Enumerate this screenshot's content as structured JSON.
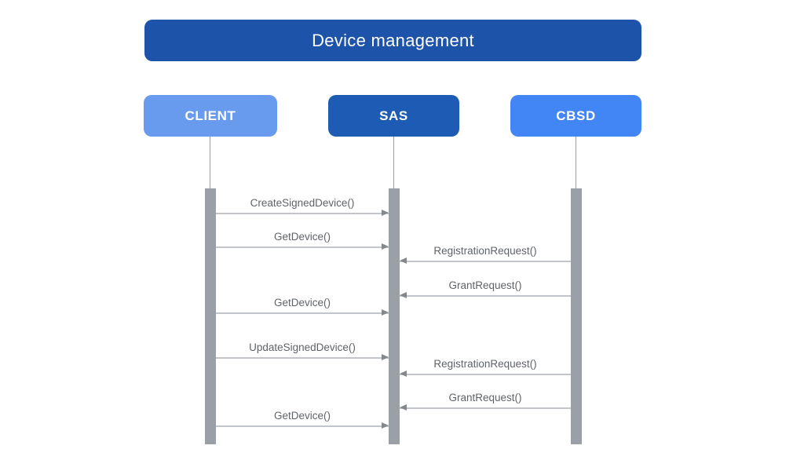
{
  "title": "Device management",
  "colors": {
    "title_bg": "#1d53a9",
    "client_bg": "#689bee",
    "sas_bg": "#1d5bb4",
    "cbsd_bg": "#4285f4",
    "lifeline": "#9aa0a6",
    "activation_bar": "#9aa0a6",
    "arrow_line": "#c2c6ca",
    "arrow_head": "#84888c",
    "label_text": "#5f6368",
    "actor_text": "#ffffff"
  },
  "actors": [
    {
      "id": "client",
      "label": "CLIENT"
    },
    {
      "id": "sas",
      "label": "SAS"
    },
    {
      "id": "cbsd",
      "label": "CBSD"
    }
  ],
  "messages": [
    {
      "label": "CreateSignedDevice()",
      "from": "CLIENT",
      "to": "SAS",
      "direction": "right"
    },
    {
      "label": "GetDevice()",
      "from": "CLIENT",
      "to": "SAS",
      "direction": "right"
    },
    {
      "label": "RegistrationRequest()",
      "from": "CBSD",
      "to": "SAS",
      "direction": "left"
    },
    {
      "label": "GrantRequest()",
      "from": "CBSD",
      "to": "SAS",
      "direction": "left"
    },
    {
      "label": "GetDevice()",
      "from": "CLIENT",
      "to": "SAS",
      "direction": "right"
    },
    {
      "label": "UpdateSignedDevice()",
      "from": "CLIENT",
      "to": "SAS",
      "direction": "right"
    },
    {
      "label": "RegistrationRequest()",
      "from": "CBSD",
      "to": "SAS",
      "direction": "left"
    },
    {
      "label": "GrantRequest()",
      "from": "CBSD",
      "to": "SAS",
      "direction": "left"
    },
    {
      "label": "GetDevice()",
      "from": "CLIENT",
      "to": "SAS",
      "direction": "right"
    }
  ]
}
